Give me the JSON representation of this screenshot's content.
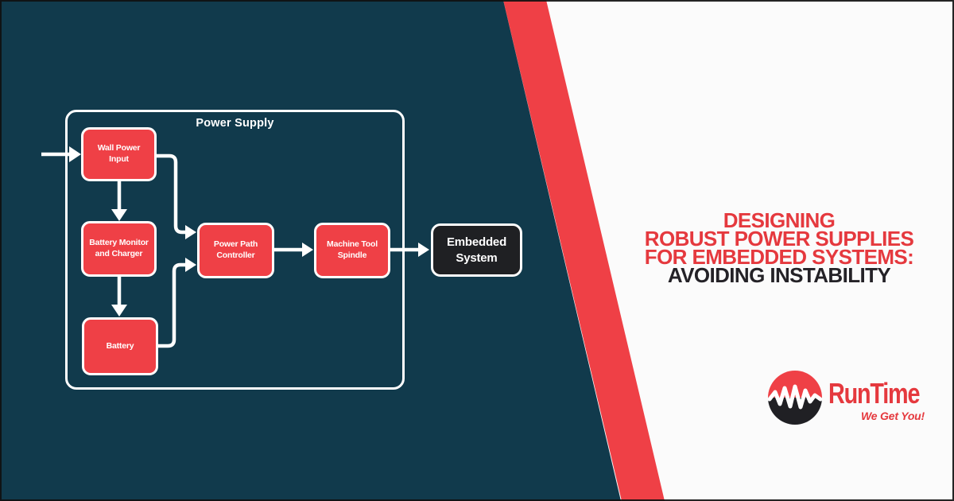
{
  "diagram": {
    "container_label": "Power Supply",
    "nodes": [
      {
        "id": "wall-power-input",
        "label": "Wall Power\nInput"
      },
      {
        "id": "battery-monitor-charger",
        "label": "Battery Monitor\nand Charger"
      },
      {
        "id": "battery",
        "label": "Battery"
      },
      {
        "id": "power-path-controller",
        "label": "Power Path\nController"
      },
      {
        "id": "machine-tool-spindle",
        "label": "Machine Tool\nSpindle"
      },
      {
        "id": "embedded-system",
        "label": "Embedded\nSystem"
      }
    ],
    "connections": [
      "external-input -> wall-power-input",
      "wall-power-input -> battery-monitor-charger",
      "battery-monitor-charger -> battery",
      "wall-power-input -> power-path-controller",
      "battery -> power-path-controller",
      "power-path-controller -> machine-tool-spindle",
      "machine-tool-spindle -> embedded-system"
    ]
  },
  "headline": {
    "lines": [
      "DESIGNING",
      "ROBUST POWER SUPPLIES",
      "FOR EMBEDDED SYSTEMS:",
      "AVOIDING INSTABILITY"
    ]
  },
  "logo": {
    "brand": "RunTime",
    "tagline": "We Get You!"
  },
  "colors": {
    "background_dark": "#113A4C",
    "accent_red": "#EF4046",
    "headline_red": "#E5393E",
    "headline_dark": "#242227",
    "node_dark_fill": "#1F2023",
    "white": "#FFFFFF"
  }
}
